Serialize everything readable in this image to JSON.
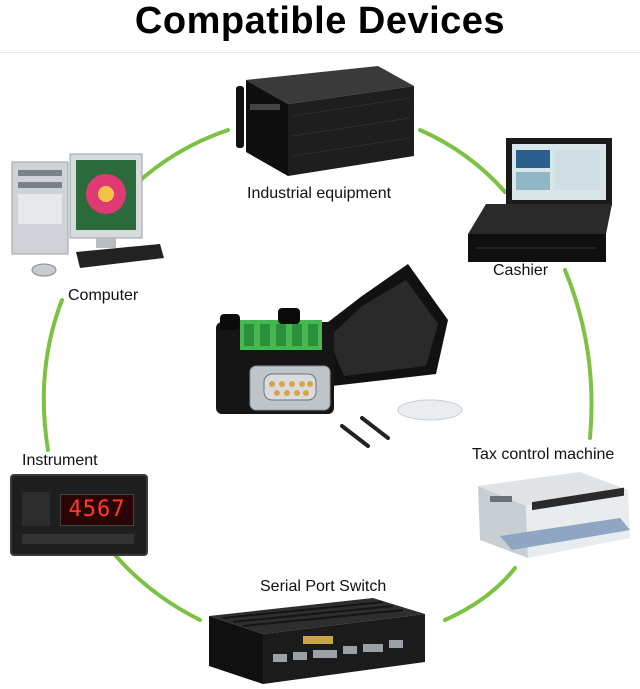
{
  "page": {
    "title": "Compatible Devices"
  },
  "colors": {
    "ring": "#7cc242",
    "device_dark": "#1c1c1c",
    "terminal_green": "#3fb34f",
    "background": "#ffffff"
  },
  "devices": [
    {
      "key": "industrial",
      "label": "Industrial equipment",
      "icon": "rack-server-icon"
    },
    {
      "key": "cashier",
      "label": "Cashier",
      "icon": "pos-terminal-icon"
    },
    {
      "key": "tax",
      "label": "Tax control machine",
      "icon": "dot-matrix-printer-icon"
    },
    {
      "key": "switch",
      "label": "Serial Port Switch",
      "icon": "fanless-box-pc-icon"
    },
    {
      "key": "instrument",
      "label": "Instrument",
      "icon": "digital-panel-meter-icon"
    },
    {
      "key": "computer",
      "label": "Computer",
      "icon": "desktop-computer-icon"
    }
  ],
  "center": {
    "icon": "db9-terminal-adapter-icon"
  },
  "instrument_display": {
    "reading": "4567"
  }
}
